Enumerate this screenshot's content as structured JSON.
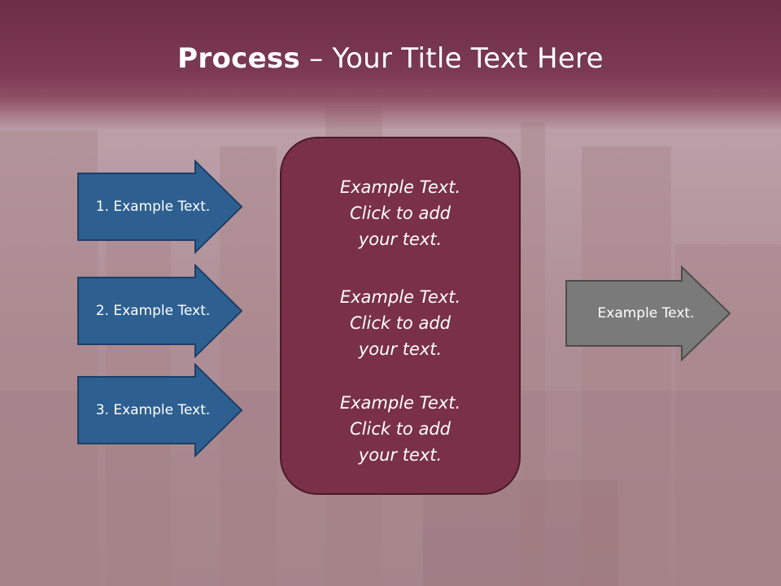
{
  "slide": {
    "title_bold": "Process",
    "title_rest": " – Your Title Text Here",
    "left_arrows": [
      {
        "label": "1. Example Text."
      },
      {
        "label": "2. Example Text."
      },
      {
        "label": "3. Example Text."
      }
    ],
    "center_blocks": [
      {
        "line1": "Example Text.",
        "line2": "Click  to add",
        "line3": "your text."
      },
      {
        "line1": "Example Text.",
        "line2": "Click  to add",
        "line3": "your text."
      },
      {
        "line1": "Example Text.",
        "line2": "Click  to add",
        "line3": "your text."
      }
    ],
    "right_arrow": {
      "label": "Example Text."
    }
  },
  "colors": {
    "header": "#7b3a52",
    "blue_arrow": "#2e5f91",
    "gray_arrow": "#7a7a7a",
    "center_box": "#7a3048"
  },
  "icons": [
    "background-city-photo"
  ]
}
